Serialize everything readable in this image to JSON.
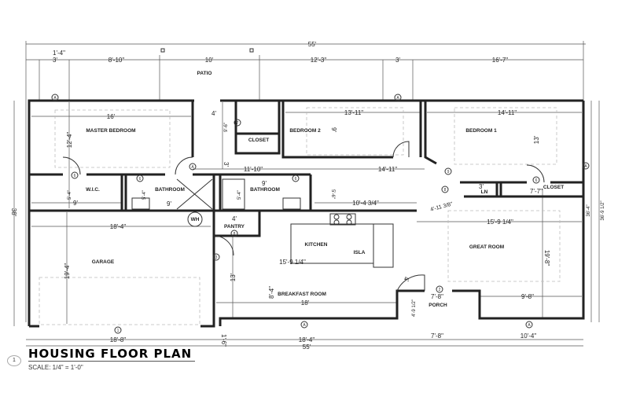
{
  "title": "HOUSING FLOOR PLAN",
  "scale": "SCALE: 1/4\" = 1'-0\"",
  "drawing_number": "1",
  "rooms": [
    "MASTER BEDROOM",
    "BEDROOM 2",
    "BEDROOM 1",
    "CLOSET",
    "W.I.C.",
    "BATHROOM",
    "BATHROOM",
    "LN",
    "CLOSET",
    "PANTRY",
    "KITCHEN",
    "ISLA",
    "GARAGE",
    "GREAT ROOM",
    "BREAKFAST ROOM",
    "PORCH",
    "PATIO",
    "WH"
  ],
  "top_dims": [
    "55'",
    "1'-4\"",
    "3'",
    "8'-10\"",
    "10'",
    "12'-3\"",
    "3'",
    "16'-7\""
  ],
  "bottom_dims": [
    "18'-8\"",
    "18'-4\"",
    "7'-8\"",
    "10'-4\"",
    "55'",
    "1'-6\""
  ],
  "side_dims": [
    "38'",
    "36'-4\"",
    "36'-9 1/2\""
  ],
  "interior_dims": [
    "16'",
    "12'-4\"",
    "4'",
    "9'-6\"",
    "13'-11\"",
    "9'",
    "14'-11\"",
    "13'",
    "11'-10\"",
    "3'",
    "14'-11\"",
    "5'-4\"",
    "9'",
    "5'-4\"",
    "9'",
    "9'",
    "5'-4\"",
    "5'-6\"",
    "10'-4 3/4\"",
    "4'-11 3/8\"",
    "3'",
    "7'-7\"",
    "4'",
    "18'-4\"",
    "19'-4\"",
    "13'",
    "15'-9 1/4\"",
    "8'-4\"",
    "18'",
    "15'-9 1/4\"",
    "19'-8\"",
    "4'",
    "7'-8\"",
    "9'-8\"",
    "4'-9 1/2\""
  ],
  "tags": [
    "A",
    "A",
    "A",
    "A",
    "A",
    "A",
    "1",
    "2",
    "3",
    "6",
    "6",
    "6",
    "6",
    "7",
    "8",
    "8",
    "9"
  ]
}
